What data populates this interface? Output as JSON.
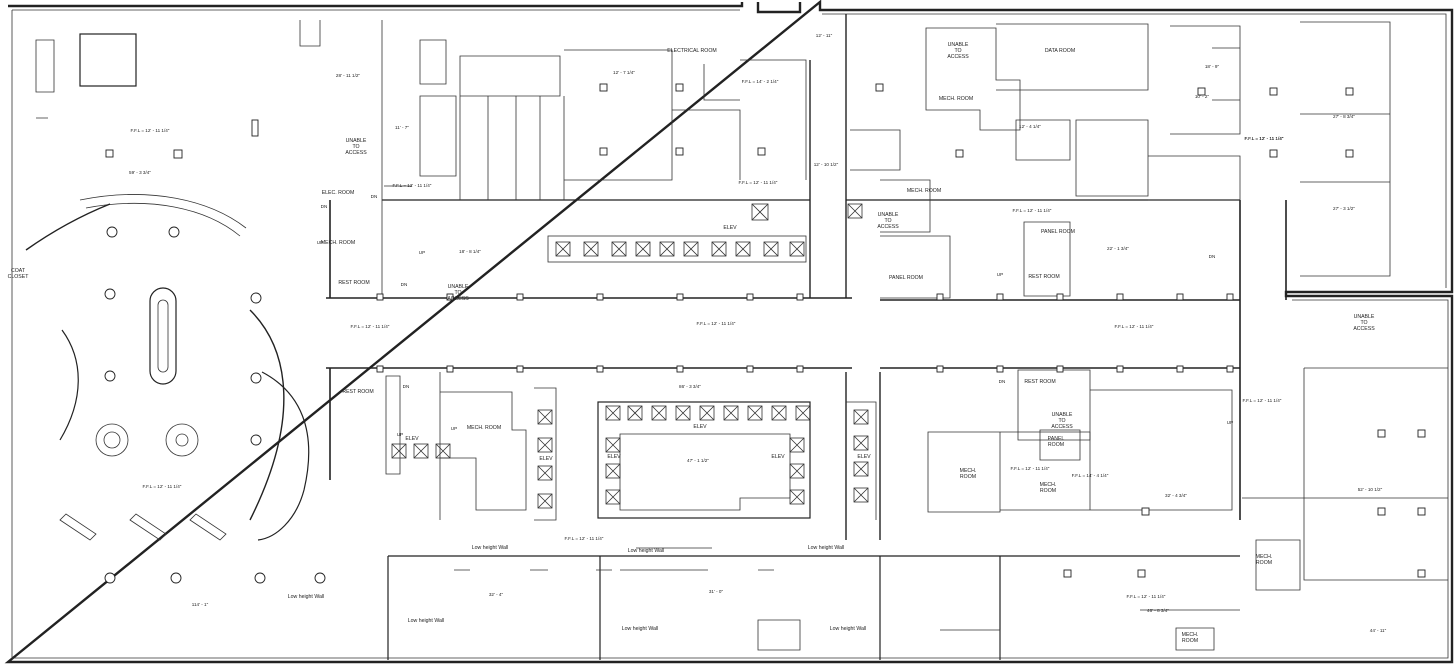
{
  "room_labels": [
    {
      "id": "electrical-room",
      "text": "ELECTRICAL ROOM"
    },
    {
      "id": "data-room",
      "text": "DATA ROOM"
    },
    {
      "id": "unable-to-access-1",
      "lines": [
        "UNABLE",
        "TO",
        "ACCESS"
      ]
    },
    {
      "id": "unable-to-access-2",
      "lines": [
        "UNABLE",
        "TO",
        "ACCESS"
      ]
    },
    {
      "id": "unable-to-access-3",
      "lines": [
        "UNABLE",
        "TO",
        "ACCESS"
      ]
    },
    {
      "id": "unable-to-access-4",
      "lines": [
        "UNABLE",
        "TO",
        "ACCESS"
      ]
    },
    {
      "id": "unable-to-access-5",
      "lines": [
        "UNABLE",
        "TO",
        "ACCESS"
      ]
    },
    {
      "id": "unable-to-access-6",
      "lines": [
        "UNABLE",
        "TO",
        "ACCESS"
      ]
    },
    {
      "id": "mech-room-1",
      "text": "MECH. ROOM"
    },
    {
      "id": "mech-room-2",
      "text": "MECH. ROOM"
    },
    {
      "id": "mech-room-3",
      "text": "MECH. ROOM"
    },
    {
      "id": "mech-room-4",
      "text": "MECH. ROOM"
    },
    {
      "id": "mech-room-5",
      "lines": [
        "MECH.",
        "ROOM"
      ]
    },
    {
      "id": "mech-room-6",
      "lines": [
        "MECH.",
        "ROOM"
      ]
    },
    {
      "id": "mech-room-7",
      "lines": [
        "MECH.",
        "ROOM"
      ]
    },
    {
      "id": "mech-room-8",
      "lines": [
        "MECH.",
        "ROOM"
      ]
    },
    {
      "id": "elec-room",
      "text": "ELEC. ROOM"
    },
    {
      "id": "rest-room-1",
      "text": "REST ROOM"
    },
    {
      "id": "rest-room-2",
      "text": "REST ROOM"
    },
    {
      "id": "rest-room-3",
      "text": "REST ROOM"
    },
    {
      "id": "rest-room-4",
      "text": "REST ROOM"
    },
    {
      "id": "panel-room-1",
      "text": "PANEL ROOM"
    },
    {
      "id": "panel-room-2",
      "text": "PANEL ROOM"
    },
    {
      "id": "panel-room-3",
      "lines": [
        "PANEL",
        "ROOM"
      ]
    },
    {
      "id": "elev-1",
      "text": "ELEV"
    },
    {
      "id": "elev-2",
      "text": "ELEV"
    },
    {
      "id": "elev-3",
      "text": "ELEV"
    },
    {
      "id": "elev-4",
      "text": "ELEV"
    },
    {
      "id": "elev-5",
      "text": "ELEV"
    },
    {
      "id": "elev-6",
      "text": "ELEV"
    },
    {
      "id": "elev-7",
      "text": "ELEV"
    },
    {
      "id": "low-wall-1",
      "text": "Low height Wall"
    },
    {
      "id": "low-wall-2",
      "text": "Low height Wall"
    },
    {
      "id": "low-wall-3",
      "text": "Low height Wall"
    },
    {
      "id": "low-wall-4",
      "text": "Low height Wall"
    },
    {
      "id": "low-wall-5",
      "text": "Low height Wall"
    },
    {
      "id": "low-wall-6",
      "text": "Low height Wall"
    },
    {
      "id": "low-wall-7",
      "text": "Low height Wall"
    },
    {
      "id": "coat-closet",
      "lines": [
        "COAT",
        "CLOSET"
      ]
    }
  ],
  "level_notes": [
    {
      "id": "ffl-1",
      "text": "F.F.L = 12' - 11 1/4\""
    },
    {
      "id": "ffl-2",
      "text": "F.F.L = 12' - 11 1/4\""
    },
    {
      "id": "ffl-3",
      "text": "F.F.L = 12' - 11 1/4\""
    },
    {
      "id": "ffl-4",
      "text": "F.F.L = 12' - 11 1/4\""
    },
    {
      "id": "ffl-5",
      "text": "F.F.L = 12' - 11 1/4\""
    },
    {
      "id": "ffl-6",
      "text": "F.F.L = 12' - 11 1/4\""
    },
    {
      "id": "ffl-7",
      "text": "F.F.L = 12' - 11 1/4\""
    },
    {
      "id": "ffl-8",
      "text": "F.F.L = 12' - 11 1/4\""
    },
    {
      "id": "ffl-9",
      "text": "F.F.L = 12' - 11 1/4\""
    },
    {
      "id": "ffl-10",
      "text": "F.F.L = 12' - 11 1/4\""
    },
    {
      "id": "ffl-11",
      "text": "F.F.L = 12' - 11 1/4\""
    },
    {
      "id": "ffl-12",
      "text": "F.F.L = 12' - 11 1/4\""
    },
    {
      "id": "ffl-13",
      "text": "F.F.L = 12' - 11 1/4\""
    },
    {
      "id": "ffl-14",
      "text": "F.F.L = 12' - 11 1/4\""
    },
    {
      "id": "ffl-15",
      "text": "F.F.L = 14' - 2 1/4\""
    },
    {
      "id": "ffl-16",
      "text": "F.F.L = 14' - 4 1/4\""
    }
  ],
  "dimensions": [
    {
      "id": "dim-1",
      "text": "28' - 11 1/2\""
    },
    {
      "id": "dim-2",
      "text": "59' - 3 3/4\""
    },
    {
      "id": "dim-3",
      "text": "11' - 7\""
    },
    {
      "id": "dim-4",
      "text": "12' - 7 1/4\""
    },
    {
      "id": "dim-5",
      "text": "12' - 11\""
    },
    {
      "id": "dim-6",
      "text": "12' - 10 1/2\""
    },
    {
      "id": "dim-7",
      "text": "18' - 8 1/4\""
    },
    {
      "id": "dim-8",
      "text": "12' - 4 1/4\""
    },
    {
      "id": "dim-9",
      "text": "10' - 2\""
    },
    {
      "id": "dim-10",
      "text": "18' - 9\""
    },
    {
      "id": "dim-11",
      "text": "27' - 8 3/4\""
    },
    {
      "id": "dim-12",
      "text": "27' - 3 1/2\""
    },
    {
      "id": "dim-13",
      "text": "22' - 1 3/4\""
    },
    {
      "id": "dim-14",
      "text": "86' - 3 3/4\""
    },
    {
      "id": "dim-15",
      "text": "47' - 1 1/2\""
    },
    {
      "id": "dim-16",
      "text": "52' - 10 1/2\""
    },
    {
      "id": "dim-17",
      "text": "32' - 4 3/4\""
    },
    {
      "id": "dim-18",
      "text": "46' - 8 3/4\""
    },
    {
      "id": "dim-19",
      "text": "44' - 11\""
    },
    {
      "id": "dim-20",
      "text": "114' - 1\""
    },
    {
      "id": "dim-21",
      "text": "32' - 4\""
    },
    {
      "id": "dim-22",
      "text": "31' - 0\""
    }
  ],
  "stair_markers": [
    "UP",
    "DN",
    "UP",
    "DN",
    "DN",
    "UP",
    "UP",
    "DN",
    "UP",
    "UP",
    "DN",
    "DN"
  ]
}
